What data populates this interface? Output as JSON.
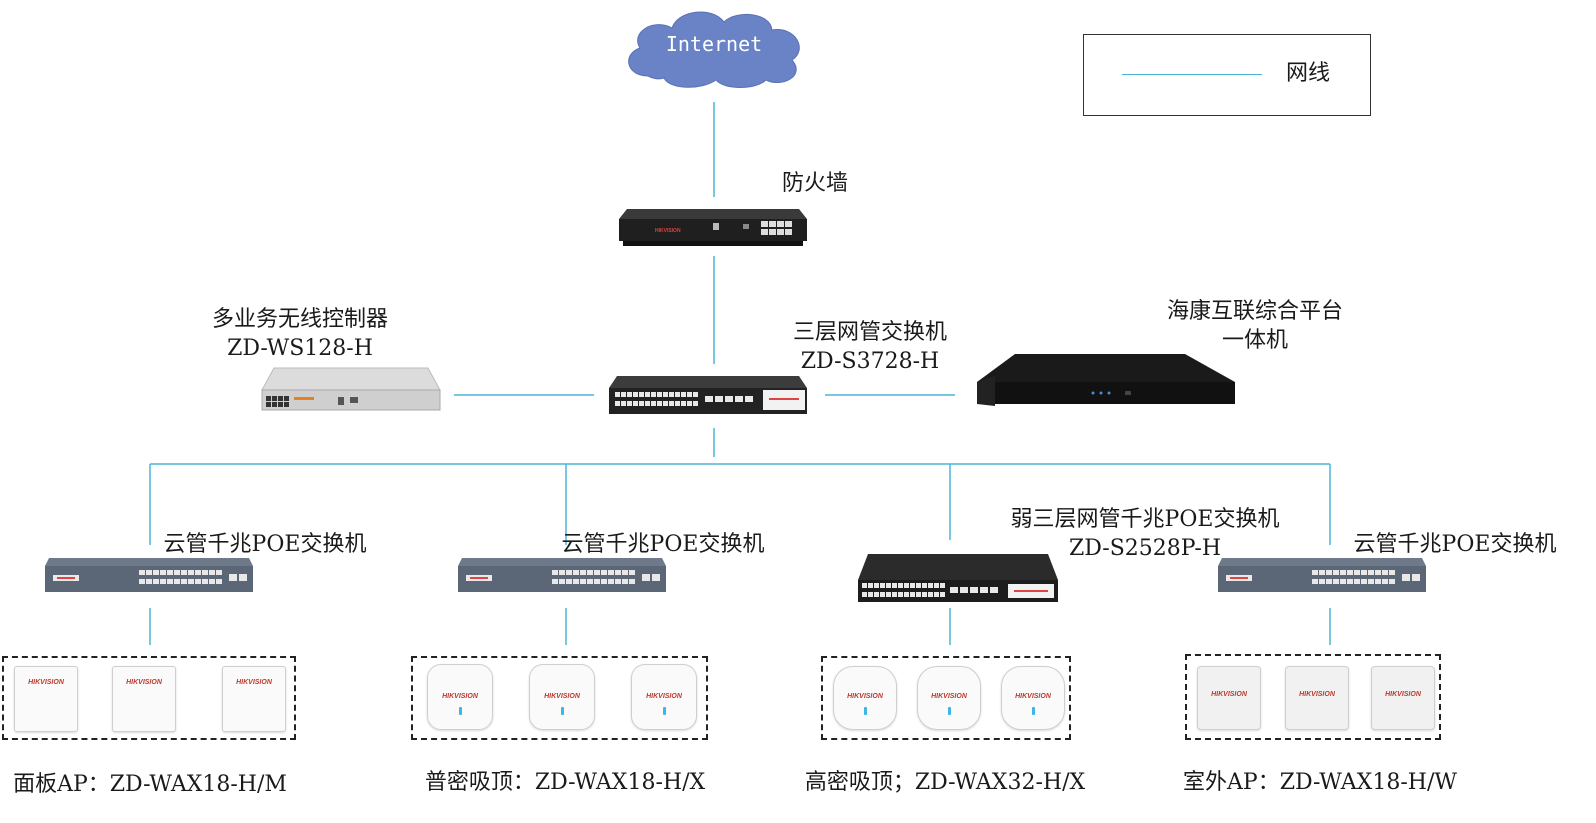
{
  "cloud": {
    "label": "Internet"
  },
  "legend": {
    "label": "网线",
    "line_color": "#4ab6d6"
  },
  "firewall": {
    "label": "防火墙",
    "brand": "HIKVISION"
  },
  "core_switch": {
    "line1": "三层网管交换机",
    "line2": "ZD-S3728-H"
  },
  "controller": {
    "line1": "多业务无线控制器",
    "line2": "ZD-WS128-H"
  },
  "platform": {
    "line1": "海康互联综合平台",
    "line2": "一体机"
  },
  "access_switches": [
    {
      "line1": "云管千兆POE交换机",
      "line2": ""
    },
    {
      "line1": "云管千兆POE交换机",
      "line2": ""
    },
    {
      "line1": "弱三层网管千兆POE交换机",
      "line2": "ZD-S2528P-H"
    },
    {
      "line1": "云管千兆POE交换机",
      "line2": ""
    }
  ],
  "ap_groups": [
    {
      "caption": "面板AP：ZD-WAX18-H/M",
      "brand": "HIKVISION"
    },
    {
      "caption": "普密吸顶：ZD-WAX18-H/X",
      "brand": "HIKVISION"
    },
    {
      "caption": "高密吸顶；ZD-WAX32-H/X",
      "brand": "HIKVISION"
    },
    {
      "caption": "室外AP：ZD-WAX18-H/W",
      "brand": "HIKVISION"
    }
  ]
}
